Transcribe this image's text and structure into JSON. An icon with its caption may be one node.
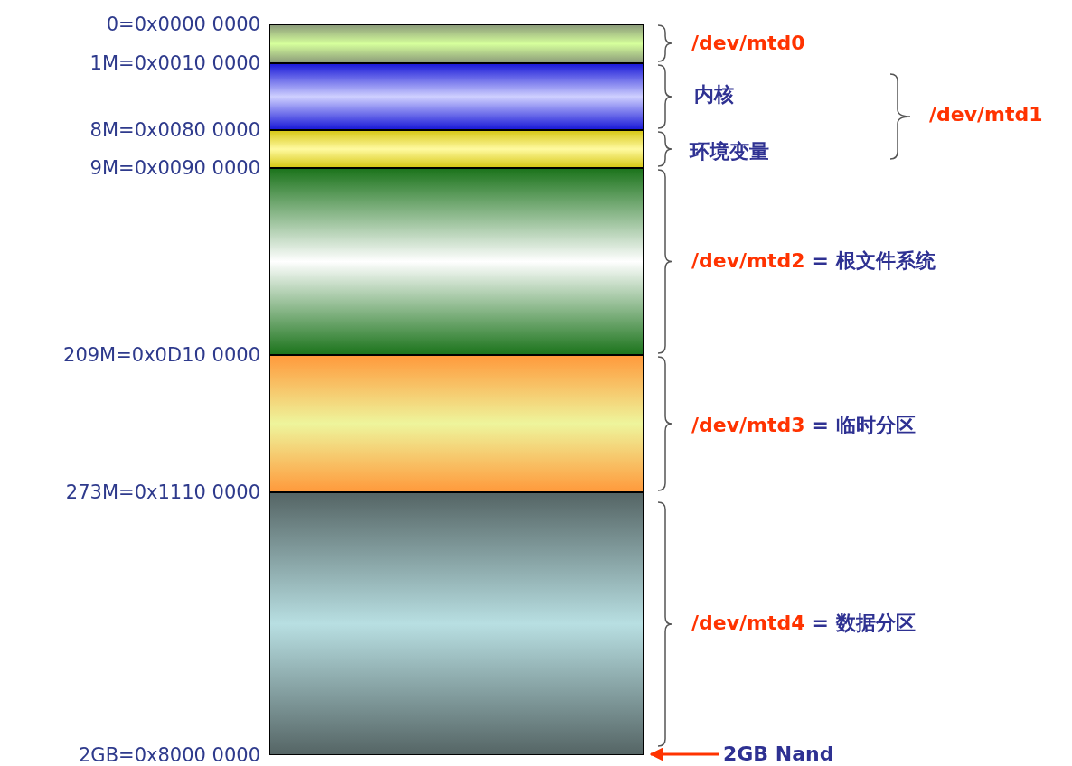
{
  "diagram": {
    "nodes": [
      {
        "text": [],
        "shape": "bar",
        "beside": [
          "/dev/mtd0"
        ]
      },
      {
        "text": [],
        "shape": "bar",
        "beside": [
          "内核"
        ]
      },
      {
        "text": [],
        "shape": "bar",
        "beside": [
          "环境变量"
        ]
      },
      {
        "text": [],
        "shape": "bar",
        "beside": [
          "/dev/mtd2",
          "= 根文件系统"
        ]
      },
      {
        "text": [],
        "shape": "bar",
        "beside": [
          "/dev/mtd3",
          "= 临时分区"
        ]
      },
      {
        "text": [],
        "shape": "bar",
        "beside": [
          "/dev/mtd4",
          "= 数据分区"
        ]
      },
      {
        "text": [
          "2GB Nand"
        ]
      }
    ],
    "edges": [
      {
        "from": 6,
        "to": 5,
        "arrow": "to",
        "color": "#ff3300"
      }
    ],
    "labels": [
      "0=0x0000 0000",
      "1M=0x0010 0000",
      "8M=0x0080 0000",
      "9M=0x0090 0000",
      "209M=0x0D10 0000",
      "273M=0x1110 0000",
      "2GB=0x8000 0000",
      "/dev/mtd1"
    ]
  }
}
